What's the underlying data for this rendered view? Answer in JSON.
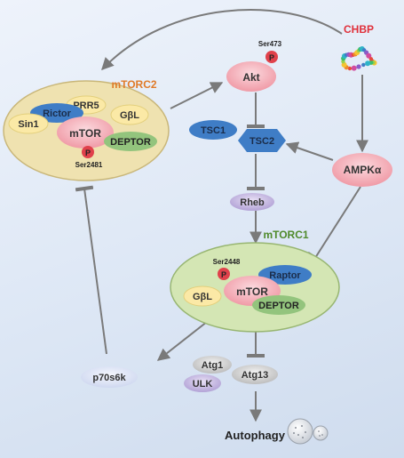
{
  "title": "CHBP",
  "nodes": {
    "chbp": "CHBP",
    "mtorc2_label": "mTORC2",
    "mtorc1_label": "mTORC1",
    "akt": "Akt",
    "ser473": "Ser473",
    "p": "P",
    "tsc1": "TSC1",
    "tsc2": "TSC2",
    "ampk": "AMPKα",
    "rheb": "Rheb",
    "rictor": "Rictor",
    "prr5": "PRR5",
    "sin1": "Sin1",
    "gbl": "GβL",
    "mtor": "mTOR",
    "deptor": "DEPTOR",
    "ser2481": "Ser2481",
    "ser2448": "Ser2448",
    "raptor": "Raptor",
    "p70s6k": "p70s6k",
    "atg1": "Atg1",
    "atg13": "Atg13",
    "ulk": "ULK",
    "autophagy": "Autophagy"
  },
  "colors": {
    "mtorc2_fill": "#efe2b0",
    "mtorc2_text": "#e07b2a",
    "mtorc1_fill": "#d4e6b4",
    "mtorc1_text": "#4f8a2b",
    "chbp_text": "#e0303a",
    "pink": "#f3b5bd",
    "blue": "#3f7dc6",
    "yellow": "#fbe9a6",
    "green": "#93c47d",
    "purple": "#c4b5e0",
    "grey": "#d6d6d6",
    "arrow": "#777777"
  }
}
